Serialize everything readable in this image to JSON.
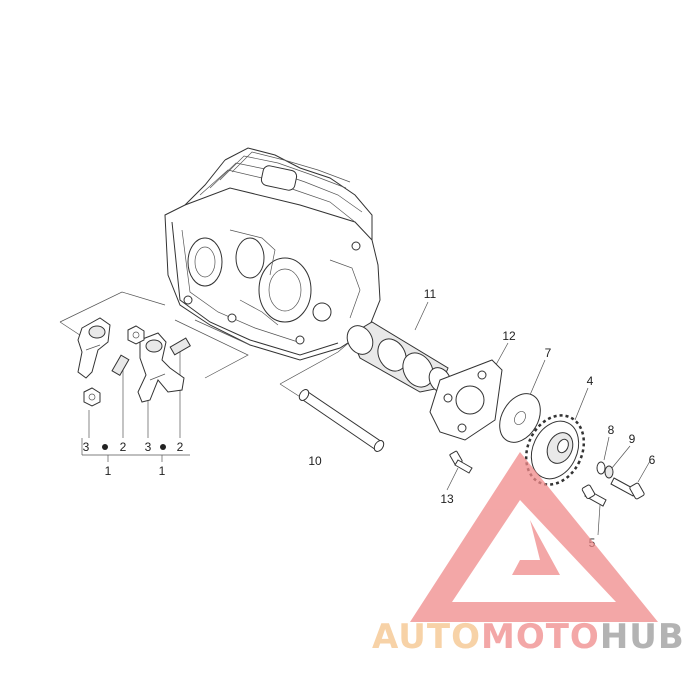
{
  "callouts": {
    "c1a": "1",
    "c1b": "1",
    "c2a": "2",
    "c2b": "2",
    "c3a": "3",
    "c3b": "3",
    "c4": "4",
    "c5": "5",
    "c6": "6",
    "c7": "7",
    "c8": "8",
    "c9": "9",
    "c10": "10",
    "c11": "11",
    "c12": "12",
    "c13": "13"
  },
  "watermark": {
    "part1": "AUTO",
    "part2": "MOTO",
    "part3": "HUB",
    "colors": {
      "auto": "#f5c48a",
      "moto": "#f08a8a",
      "hub": "#9a9a9a",
      "triangle": "#f08a8a"
    }
  }
}
